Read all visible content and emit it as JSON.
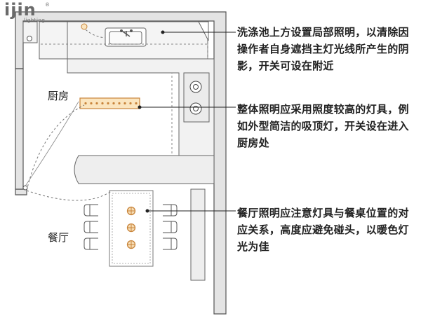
{
  "logo": {
    "main": "ijin",
    "sub": "lighting",
    "mark": "®"
  },
  "rooms": {
    "kitchen": "厨房",
    "dining": "餐厅"
  },
  "annotations": [
    {
      "text": "洗涤池上方设置局部照明，以清除因操作者自身遮挡主灯光线所产生的阴影，开关可设在附近"
    },
    {
      "text": "整体照明应采用照度较高的灯具，例如外型简洁的吸顶灯，开关设在进入厨房处"
    },
    {
      "text": "餐厅照明应注意灯具与餐桌位置的对应关系，高度应避免碰头，以暖色灯光为佳"
    }
  ]
}
